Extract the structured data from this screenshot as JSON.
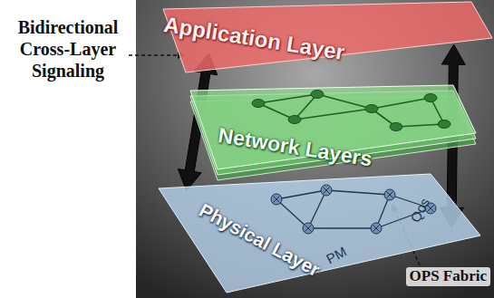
{
  "diagram": {
    "nodes": [
      {
        "text": [
          "Application Layer"
        ]
      },
      {
        "text": [
          "Network Layers"
        ]
      },
      {
        "text": [
          "Physical Layer"
        ]
      }
    ],
    "edges": [
      {
        "from": 0,
        "to": 2,
        "arrow": "both"
      },
      {
        "from": 0,
        "to": 2,
        "arrow": "both"
      }
    ],
    "labels": [
      "Bidirectional Cross-Layer Signaling",
      "Qos",
      "PM",
      "OPS Fabric"
    ]
  }
}
